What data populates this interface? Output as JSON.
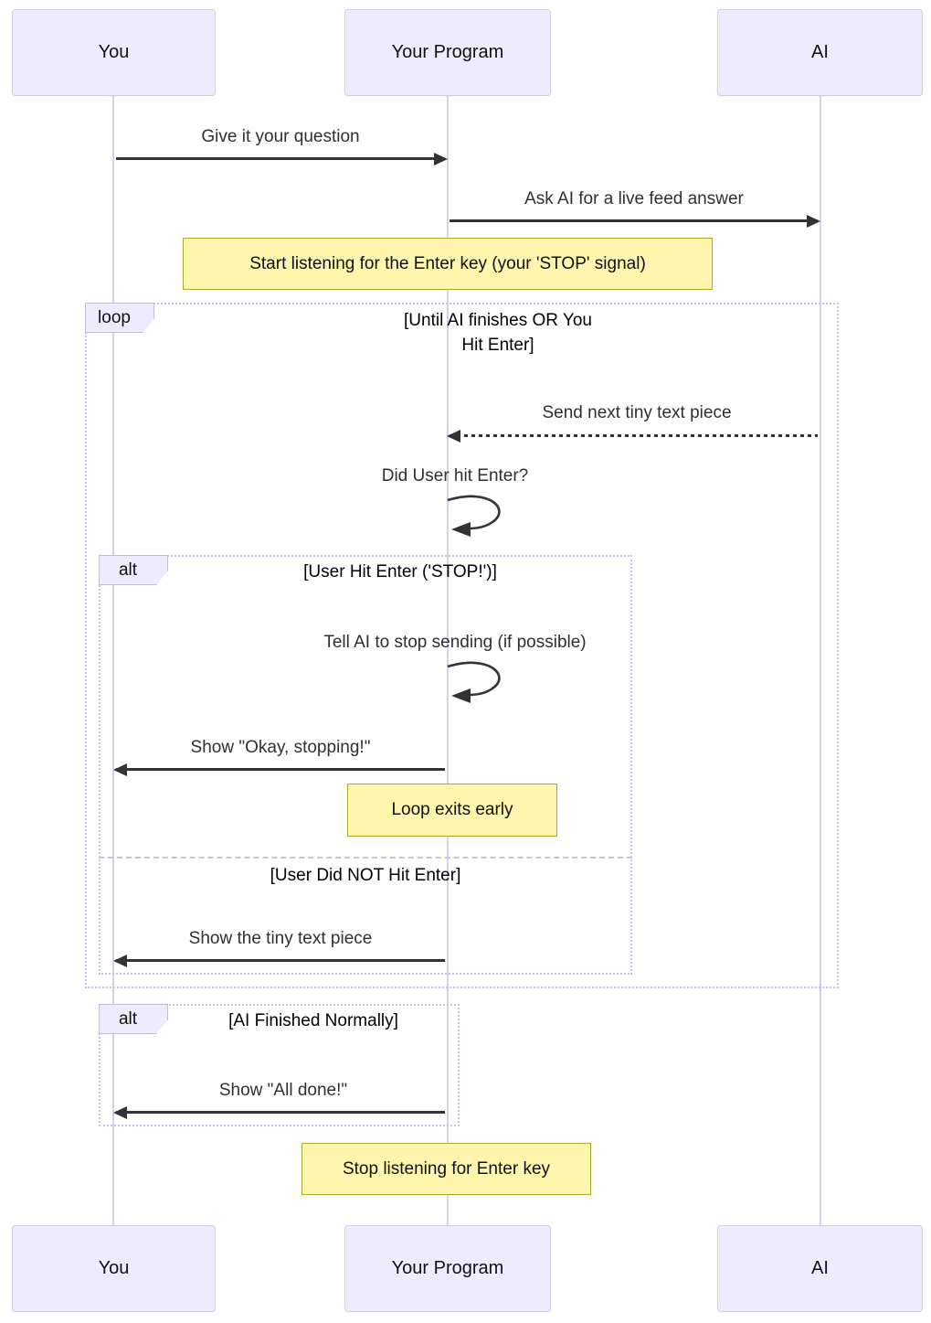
{
  "diagram_type": "sequence-diagram",
  "actors": [
    {
      "label": "You"
    },
    {
      "label": "Your Program"
    },
    {
      "label": "AI"
    }
  ],
  "messages": [
    {
      "label": "Give it your question",
      "from": "You",
      "to": "Your Program",
      "style": "solid"
    },
    {
      "label": "Ask AI for a live feed answer",
      "from": "Your Program",
      "to": "AI",
      "style": "solid"
    },
    {
      "label": "Send next tiny text piece",
      "from": "AI",
      "to": "Your Program",
      "style": "dashed"
    },
    {
      "label": "Did User hit Enter?",
      "from": "Your Program",
      "to": "Your Program",
      "style": "self"
    },
    {
      "label": "Tell AI to stop sending (if possible)",
      "from": "Your Program",
      "to": "Your Program",
      "style": "self"
    },
    {
      "label": "Show \"Okay, stopping!\"",
      "from": "Your Program",
      "to": "You",
      "style": "solid"
    },
    {
      "label": "Show the tiny text piece",
      "from": "Your Program",
      "to": "You",
      "style": "solid"
    },
    {
      "label": "Show \"All done!\"",
      "from": "Your Program",
      "to": "You",
      "style": "solid"
    }
  ],
  "notes": [
    {
      "label": "Start listening for the Enter key (your 'STOP' signal)"
    },
    {
      "label": "Loop exits early"
    },
    {
      "label": "Stop listening for Enter key"
    }
  ],
  "frames": {
    "loop": {
      "keyword": "loop",
      "title_line1": "[Until AI finishes OR You",
      "title_line2": "Hit Enter]"
    },
    "alt_enter": {
      "keyword": "alt",
      "title": "[User Hit Enter ('STOP!')]",
      "else_label": "[User Did NOT Hit Enter]"
    },
    "alt_finished": {
      "keyword": "alt",
      "title": "[AI Finished Normally]"
    }
  },
  "colors": {
    "actor_fill": "#ECECFF",
    "actor_border": "#CFCDE6",
    "note_fill": "#FFF5AD",
    "note_border": "#AAAA33",
    "frame_border": "#C7BFE6",
    "message_line": "#333333",
    "lifeline": "#D5D1EC",
    "background": "#FFFFFF"
  }
}
